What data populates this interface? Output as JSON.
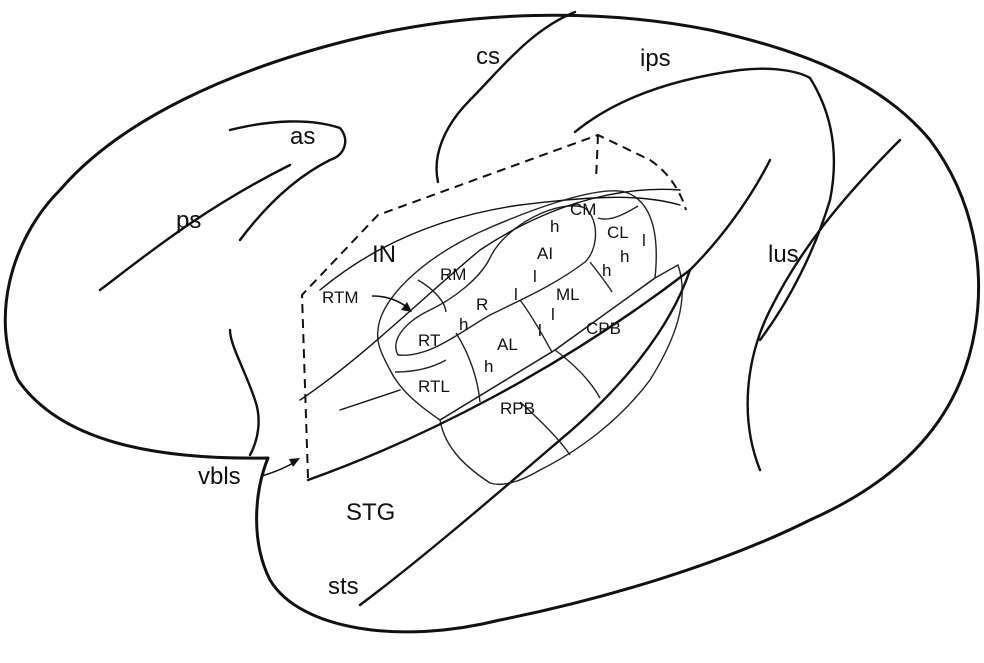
{
  "colors": {
    "core": "#ef8660",
    "belt": "#f5b294",
    "parabelt": "#f9d6c3",
    "outline": "#111111"
  },
  "labels": {
    "sulci": {
      "cs": "cs",
      "ips": "ips",
      "as": "as",
      "ps": "ps",
      "lus": "lus",
      "vbls": "vbls",
      "sts": "sts"
    },
    "regions": {
      "in": "IN",
      "stg": "STG",
      "rtm": "RTM"
    },
    "fields": {
      "cm": "CM",
      "cl": "CL",
      "ai": "AI",
      "rm": "RM",
      "r": "R",
      "rt": "RT",
      "ml": "ML",
      "al": "AL",
      "rtl": "RTL",
      "cpb": "CPB",
      "rpb": "RPB"
    },
    "gradient": {
      "h_ai": "h",
      "l_ai": "l",
      "h_r": "h",
      "l_r": "l",
      "h_cl": "h",
      "l_cl": "l",
      "h_ml": "h",
      "l_ml": "l",
      "l_al": "l",
      "h_al": "h"
    }
  }
}
